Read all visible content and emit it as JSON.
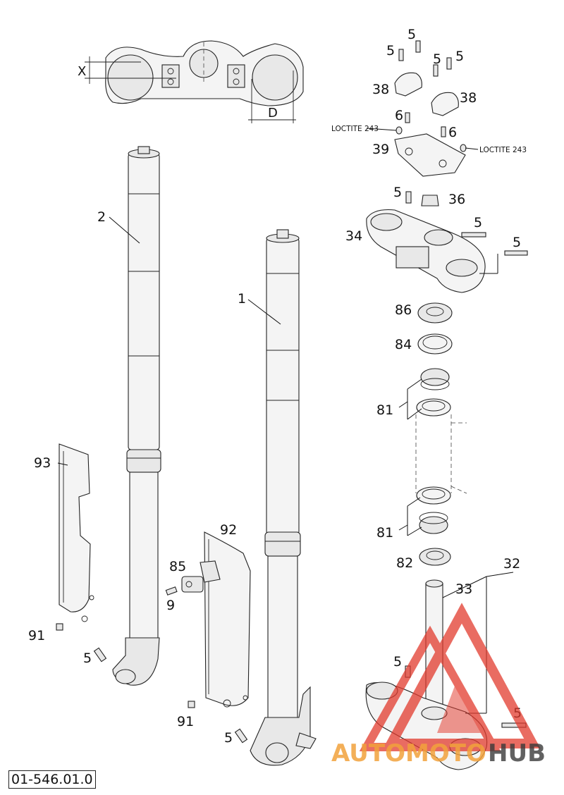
{
  "drawing_number": "01-546.01.0",
  "dimension_labels": {
    "x": "X",
    "d": "D"
  },
  "notes": {
    "loctite_left": "LOCTITE 243",
    "loctite_right": "LOCTITE 243"
  },
  "callouts": {
    "c1": "1",
    "c2": "2",
    "c5_a": "5",
    "c5_b": "5",
    "c5_c": "5",
    "c5_d": "5",
    "c5_e": "5",
    "c5_f": "5",
    "c5_g": "5",
    "c5_h": "5",
    "c5_i": "5",
    "c5_j": "5",
    "c5_k": "5",
    "c6_a": "6",
    "c6_b": "6",
    "c9": "9",
    "c32": "32",
    "c33": "33",
    "c34": "34",
    "c36": "36",
    "c38_a": "38",
    "c38_b": "38",
    "c39": "39",
    "c81_a": "81",
    "c81_b": "81",
    "c82": "82",
    "c84": "84",
    "c85": "85",
    "c86": "86",
    "c91_a": "91",
    "c91_b": "91",
    "c92": "92",
    "c93": "93"
  },
  "watermark": {
    "text_left": "AUTOMOTO",
    "text_right": "HUB",
    "color_red": "#e23b2e",
    "color_orange": "#f2a23c",
    "color_dark": "#3a3a3a"
  }
}
